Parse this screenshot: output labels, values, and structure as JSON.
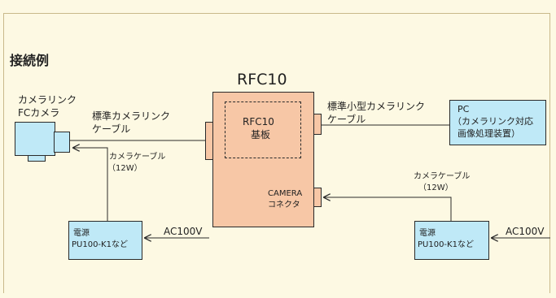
{
  "title": "接続例",
  "board_label": "RFC10",
  "camera": {
    "line1": "カメラリンク",
    "line2": "FCカメラ"
  },
  "cable_std": {
    "line1": "標準カメラリンク",
    "line2": "ケーブル"
  },
  "cable_mini": {
    "line1": "標準小型カメラリンク",
    "line2": "ケーブル"
  },
  "camera_cable_left": {
    "line1": "カメラケーブル",
    "line2": "（12W）"
  },
  "camera_cable_right": {
    "line1": "カメラケーブル",
    "line2": "（12W）"
  },
  "board_inner": {
    "line1": "RFC10",
    "line2": "基板"
  },
  "camera_connector": {
    "line1": "CAMERA",
    "line2": "コネクタ"
  },
  "pc": {
    "line1": "PC",
    "line2": "（カメラリンク対応",
    "line3": "画像処理装置）"
  },
  "power_left": {
    "line1": "電源",
    "line2": "PU100-K1など"
  },
  "power_right": {
    "line1": "電源",
    "line2": "PU100-K1など"
  },
  "ac_left": "AC100V",
  "ac_right": "AC100V",
  "colors": {
    "background": "#fdf9e3",
    "device_blue": "#bfe9f7",
    "board_peach": "#f7c7a6",
    "line": "#2a2a2a"
  }
}
